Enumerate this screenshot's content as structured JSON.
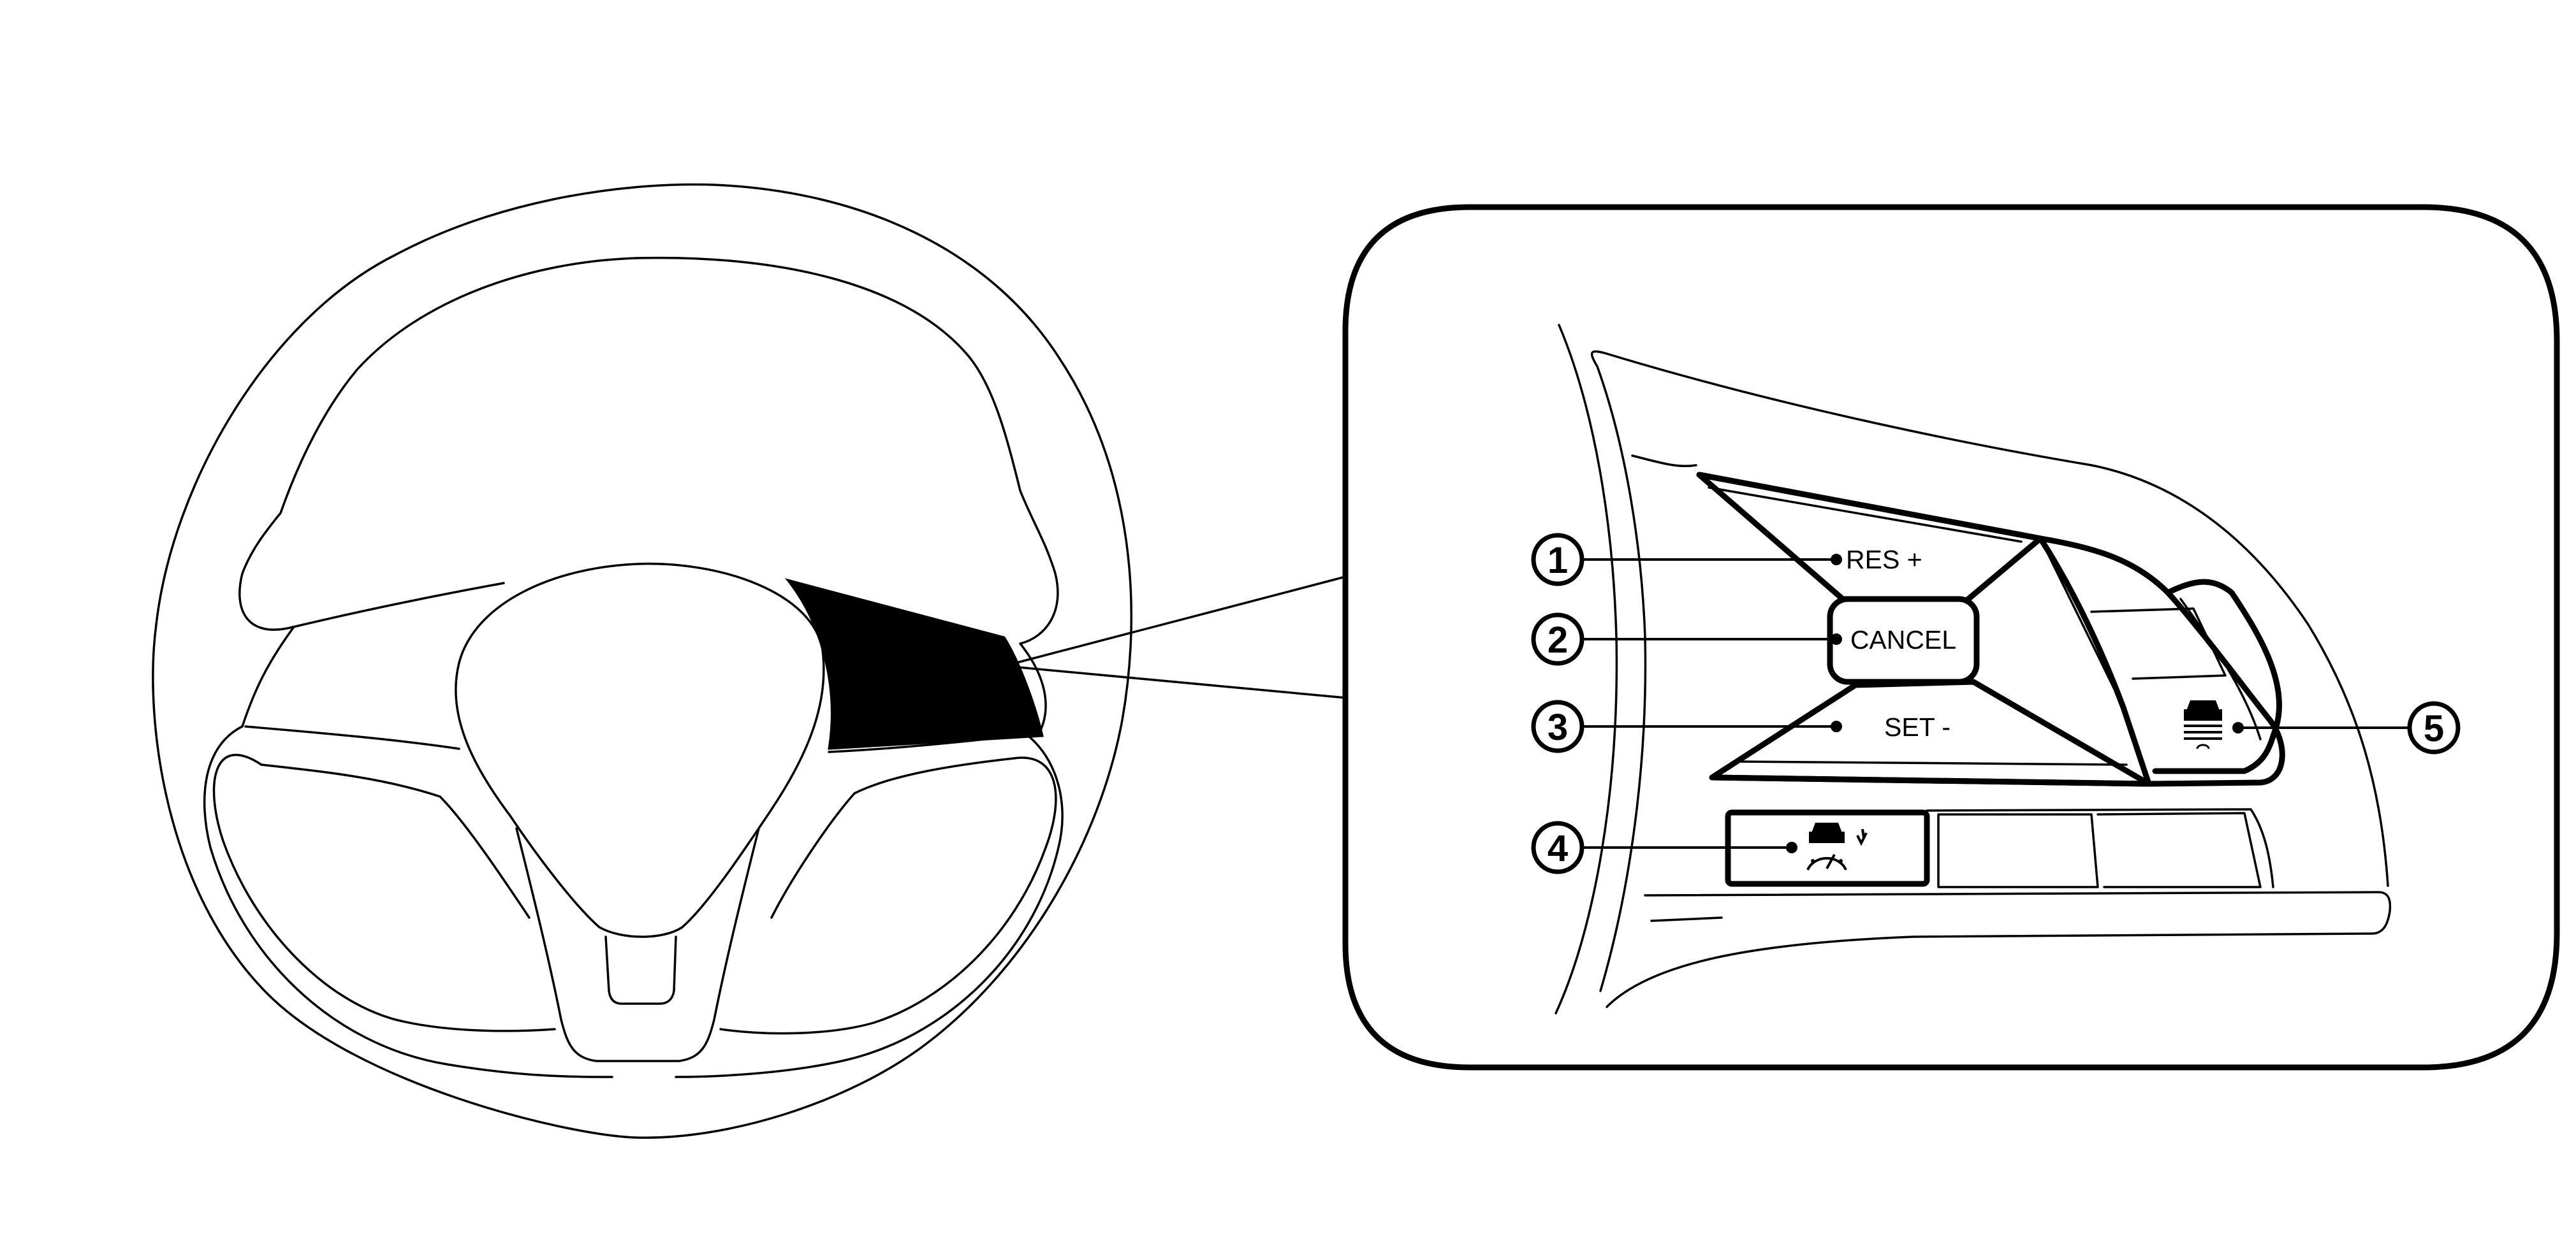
{
  "diagram": {
    "buttons": [
      {
        "number": "1",
        "label": "RES +"
      },
      {
        "number": "2",
        "label": "CANCEL"
      },
      {
        "number": "3",
        "label": "SET -"
      },
      {
        "number": "4",
        "label": "",
        "icon": "driving-assist-speedometer-icon"
      },
      {
        "number": "5",
        "label": "",
        "icon": "distance-car-icon"
      }
    ]
  }
}
